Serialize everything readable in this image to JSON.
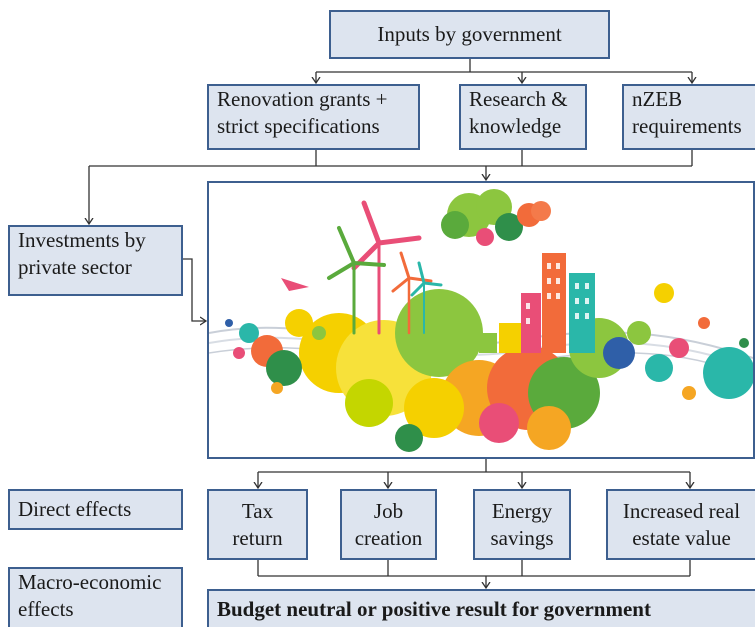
{
  "top_box": "Inputs by government",
  "inputs": [
    {
      "line1": "Renovation grants +",
      "line2": "strict specifications"
    },
    {
      "line1": "Research &",
      "line2": "knowledge"
    },
    {
      "line1": "nZEB",
      "line2": "requirements"
    }
  ],
  "private_sector": {
    "line1": "Investments by",
    "line2": "private sector"
  },
  "direct_effects_label": "Direct effects",
  "effects": [
    {
      "line1": "Tax",
      "line2": "return"
    },
    {
      "line1": "Job",
      "line2": "creation"
    },
    {
      "line1": "Energy",
      "line2": "savings"
    },
    {
      "line1": "Increased real",
      "line2": "estate value"
    }
  ],
  "macro_label": {
    "line1": "Macro-economic",
    "line2": "effects"
  },
  "result": "Budget neutral or positive result for government",
  "colors": {
    "box_fill": "#dde4ef",
    "box_border": "#3d5f8f",
    "arrow": "#333333"
  }
}
